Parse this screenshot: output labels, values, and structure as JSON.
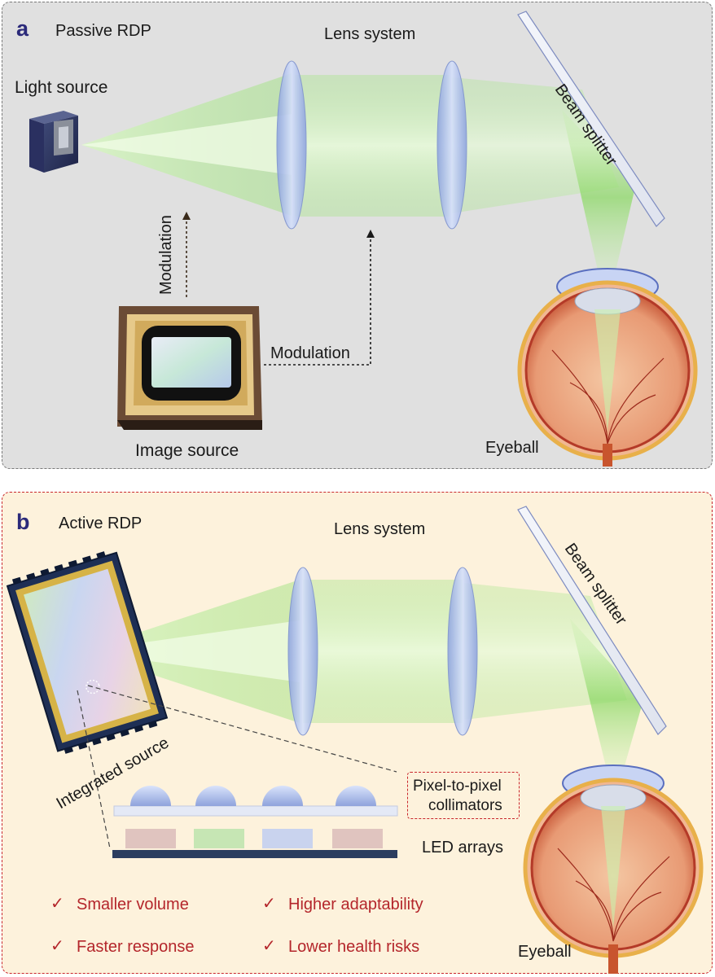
{
  "panel_a": {
    "letter": "a",
    "title": "Passive RDP",
    "light_source": "Light source",
    "lens_system": "Lens system",
    "beam_splitter": "Beam splitter",
    "modulation_vertical": "Modulation",
    "modulation_horizontal": "Modulation",
    "image_source": "Image source",
    "eyeball": "Eyeball"
  },
  "panel_b": {
    "letter": "b",
    "title": "Active RDP",
    "lens_system": "Lens system",
    "beam_splitter": "Beam splitter",
    "integrated_source": "Integrated source",
    "collimators_line1": "Pixel-to-pixel",
    "collimators_line2": "collimators",
    "led_arrays": "LED arrays",
    "eyeball": "Eyeball",
    "advantages": [
      {
        "check": "✓",
        "text": "Smaller volume"
      },
      {
        "check": "✓",
        "text": "Higher adaptability"
      },
      {
        "check": "✓",
        "text": "Faster response"
      },
      {
        "check": "✓",
        "text": "Lower health risks"
      }
    ]
  },
  "colors": {
    "panel_a_bg": "#e0e0e0",
    "panel_b_bg": "#fdf2dc",
    "accent_red": "#b4262b",
    "light_green": "#9be07a",
    "lens_blue": "#b9c8ef"
  }
}
